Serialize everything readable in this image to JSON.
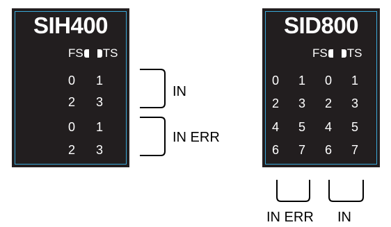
{
  "sih400": {
    "title": "SIH400",
    "fs_label": "FS",
    "ts_label": "TS",
    "rows": [
      [
        "0",
        "1"
      ],
      [
        "2",
        "3"
      ],
      [
        "0",
        "1"
      ],
      [
        "2",
        "3"
      ]
    ],
    "in_label": "IN",
    "in_err_label": "IN ERR"
  },
  "sid800": {
    "title": "SID800",
    "fs_label": "FS",
    "ts_label": "TS",
    "rows": [
      [
        "0",
        "1",
        "0",
        "1"
      ],
      [
        "2",
        "3",
        "2",
        "3"
      ],
      [
        "4",
        "5",
        "4",
        "5"
      ],
      [
        "6",
        "7",
        "6",
        "7"
      ]
    ],
    "in_err_label": "IN ERR",
    "in_label": "IN"
  },
  "colors": {
    "panel": "#221e1f",
    "border": "#3aa8d8",
    "text": "#ffffff"
  }
}
